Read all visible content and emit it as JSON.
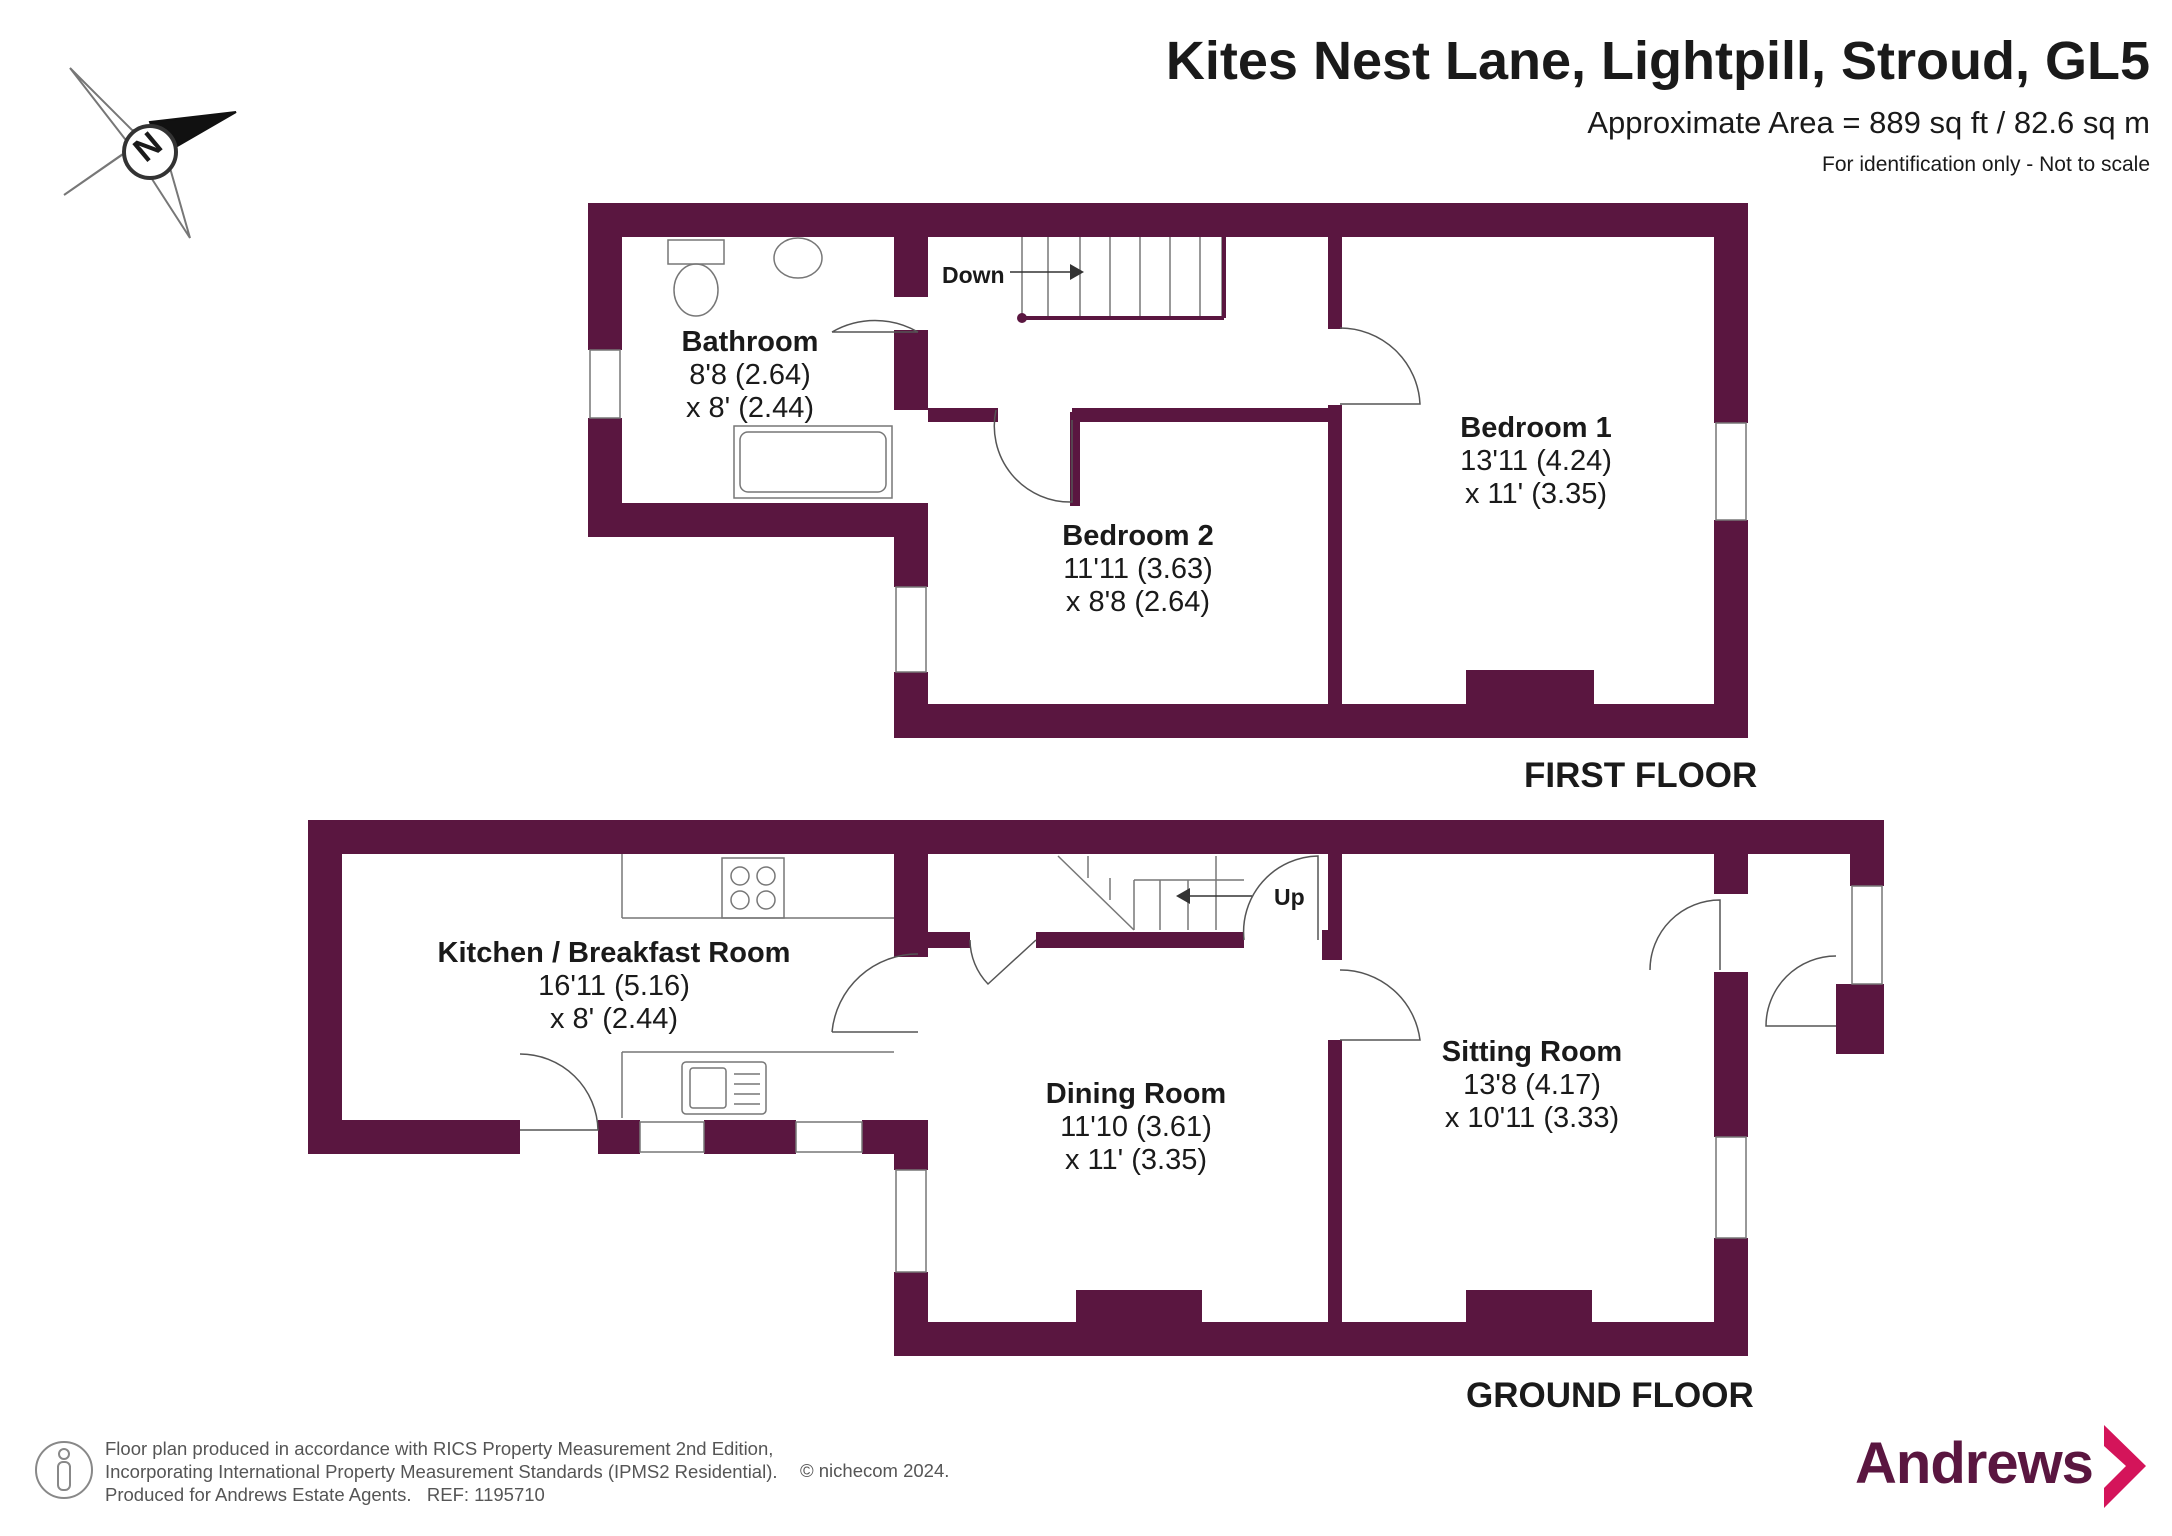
{
  "header": {
    "title": "Kites Nest Lane, Lightpill, Stroud, GL5",
    "area": "Approximate Area = 889 sq ft / 82.6 sq m",
    "scale_note": "For identification only - Not to scale"
  },
  "compass": {
    "letter": "N",
    "icon": "compass-rose-icon"
  },
  "floors": {
    "first": {
      "label": "FIRST FLOOR",
      "stairs": "Down"
    },
    "ground": {
      "label": "GROUND FLOOR",
      "stairs": "Up"
    }
  },
  "rooms": {
    "bathroom": {
      "name": "Bathroom",
      "dim1": "8'8 (2.64)",
      "dim2": "x 8' (2.44)"
    },
    "bedroom1": {
      "name": "Bedroom 1",
      "dim1": "13'11 (4.24)",
      "dim2": "x 11' (3.35)"
    },
    "bedroom2": {
      "name": "Bedroom 2",
      "dim1": "11'11 (3.63)",
      "dim2": "x 8'8 (2.64)"
    },
    "kitchen": {
      "name": "Kitchen / Breakfast Room",
      "dim1": "16'11 (5.16)",
      "dim2": "x 8' (2.44)"
    },
    "dining": {
      "name": "Dining Room",
      "dim1": "11'10 (3.61)",
      "dim2": "x 11' (3.35)"
    },
    "sitting": {
      "name": "Sitting Room",
      "dim1": "13'8 (4.17)",
      "dim2": "x 10'11 (3.33)"
    }
  },
  "footer": {
    "line1": "Floor plan produced in accordance with RICS Property Measurement 2nd Edition,",
    "line2": "Incorporating International Property Measurement Standards (IPMS2 Residential).",
    "line3": "Produced for Andrews Estate Agents.   REF: 1195710",
    "copyright": "© nichecom 2024.",
    "person_icon": "person-icon"
  },
  "brand": {
    "name": "Andrews",
    "color": "#5a1640",
    "icon": "chevron-right-icon"
  },
  "colors": {
    "wall": "#5a1640"
  }
}
